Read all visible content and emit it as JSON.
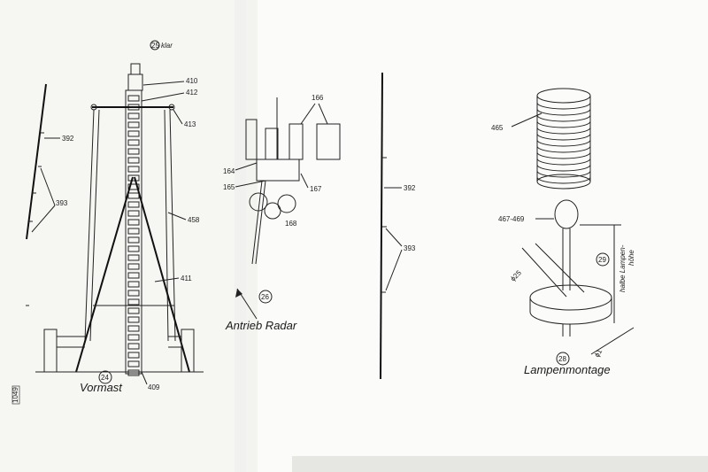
{
  "pages": {
    "left": {
      "fig24_caption": "Vormast",
      "fig24_num": "24",
      "sheet_num": "25",
      "sheet_text": "klar",
      "labels": {
        "l392": "392",
        "l393": "393",
        "l410": "410",
        "l412": "412",
        "l413": "413",
        "l458": "458",
        "l411": "411",
        "l409": "409"
      },
      "corner_mark": "1049"
    },
    "middle": {
      "fig26_caption": "Antrieb Radar",
      "fig26_num": "26",
      "labels": {
        "l166": "166",
        "l164": "164",
        "l165": "165",
        "l167": "167",
        "l168": "168",
        "l392": "392",
        "l393": "393"
      }
    },
    "right": {
      "fig28_caption": "Lampenmontage",
      "fig28_num": "28",
      "fig29_num": "29",
      "labels": {
        "l465": "465",
        "l467": "467-469",
        "d25": "ϕ25",
        "d1": "ϕ1",
        "halbe": "halbe Lampen-",
        "hohe": "höhe"
      }
    }
  },
  "colors": {
    "paper": "#fbfbf9",
    "ink": "#1e1e1e",
    "background": "#ececea"
  }
}
